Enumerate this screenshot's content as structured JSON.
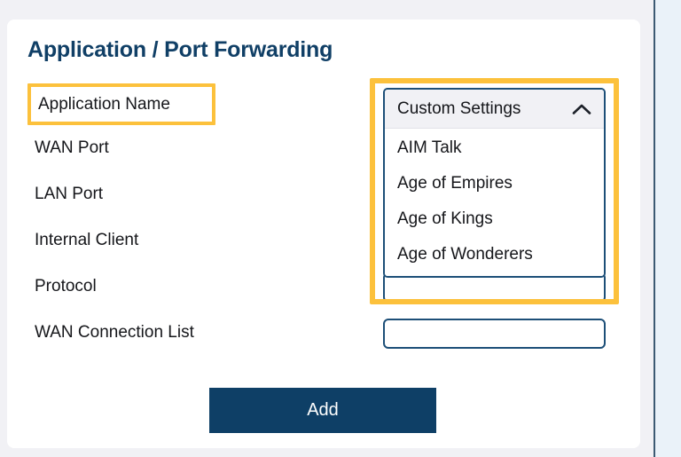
{
  "page": {
    "title": "Application / Port Forwarding"
  },
  "colors": {
    "brand_navy": "#0e3f66",
    "title_navy": "#103f66",
    "highlight_yellow": "#fcc13c",
    "input_border": "#1d4f78",
    "card_background": "#ffffff",
    "page_background": "#f1f1f5",
    "right_pane_background": "#eaf2f9",
    "dropdown_header_background": "#f1f1f5",
    "button_text": "#ffffff"
  },
  "form": {
    "fields": [
      {
        "label": "Application Name",
        "highlighted": true,
        "control": "dropdown"
      },
      {
        "label": "WAN Port",
        "highlighted": false,
        "control": "input"
      },
      {
        "label": "LAN Port",
        "highlighted": false,
        "control": "input"
      },
      {
        "label": "Internal Client",
        "highlighted": false,
        "control": "input"
      },
      {
        "label": "Protocol",
        "highlighted": false,
        "control": "input"
      },
      {
        "label": "WAN Connection List",
        "highlighted": false,
        "control": "input"
      }
    ]
  },
  "dropdown": {
    "selected": "Custom Settings",
    "expanded": true,
    "toggle_icon": "chevron-up-icon",
    "options": [
      "AIM Talk",
      "Age of Empires",
      "Age of Kings",
      "Age of Wonderers"
    ]
  },
  "inputs": {
    "values": [
      "",
      "",
      ""
    ],
    "placeholders": [
      "",
      "",
      ""
    ]
  },
  "actions": {
    "add_label": "Add"
  }
}
